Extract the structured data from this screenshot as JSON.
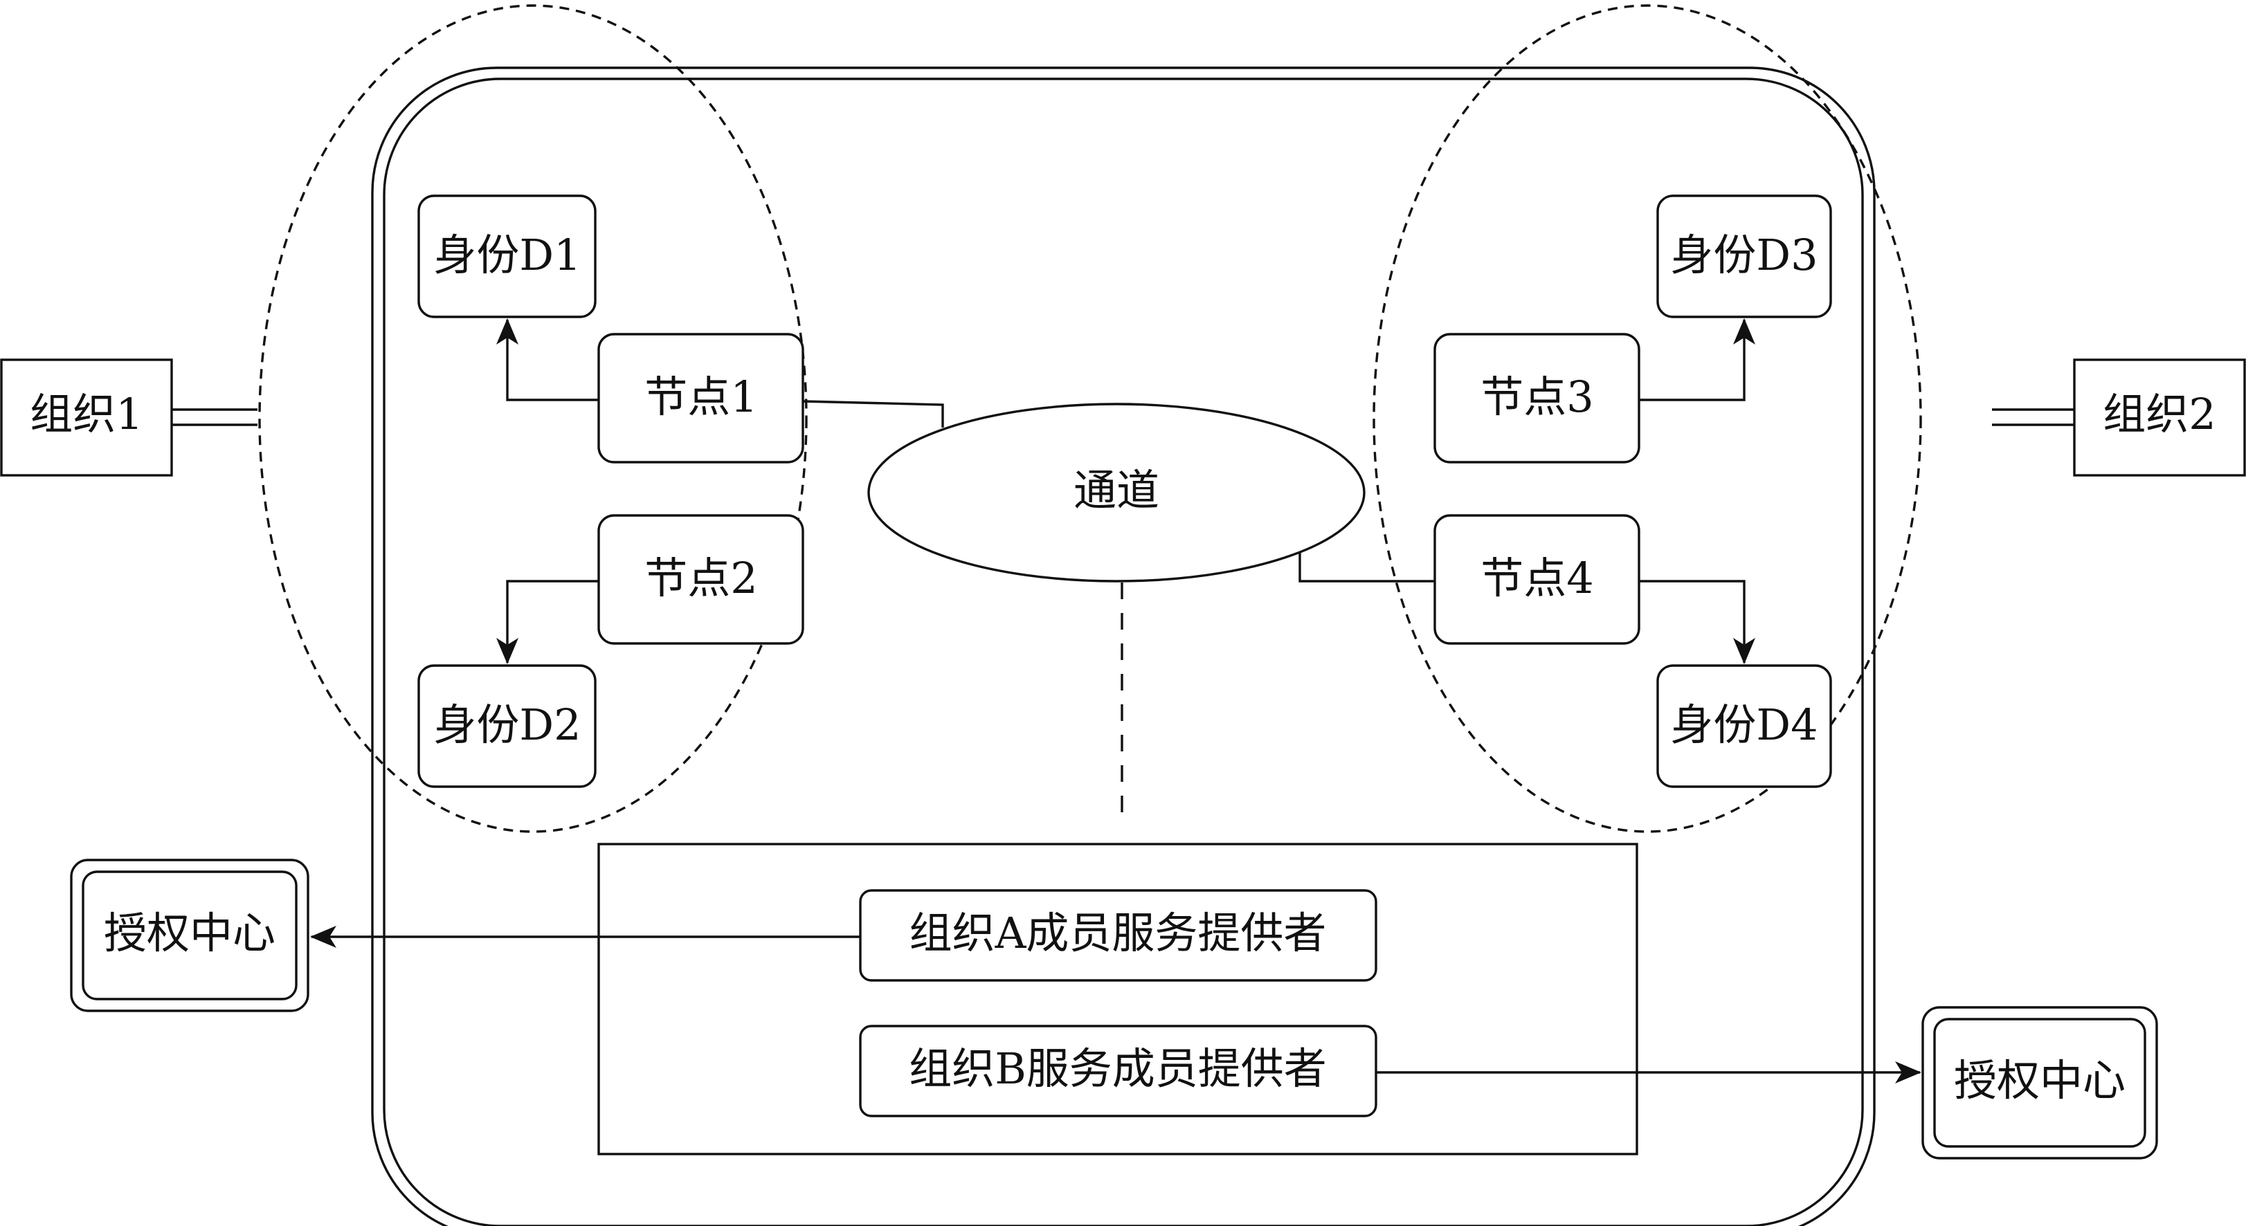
{
  "organizations": {
    "org1": "组织1",
    "org2": "组织2"
  },
  "identities": {
    "d1": "身份D1",
    "d2": "身份D2",
    "d3": "身份D3",
    "d4": "身份D4"
  },
  "nodes": {
    "n1": "节点1",
    "n2": "节点2",
    "n3": "节点3",
    "n4": "节点4"
  },
  "channel": "通道",
  "msp": {
    "a": "组织A成员服务提供者",
    "b": "组织B服务成员提供者"
  },
  "ca": {
    "left": "授权中心",
    "right": "授权中心"
  },
  "colors": {
    "line": "#111111",
    "background": "#ffffff"
  }
}
